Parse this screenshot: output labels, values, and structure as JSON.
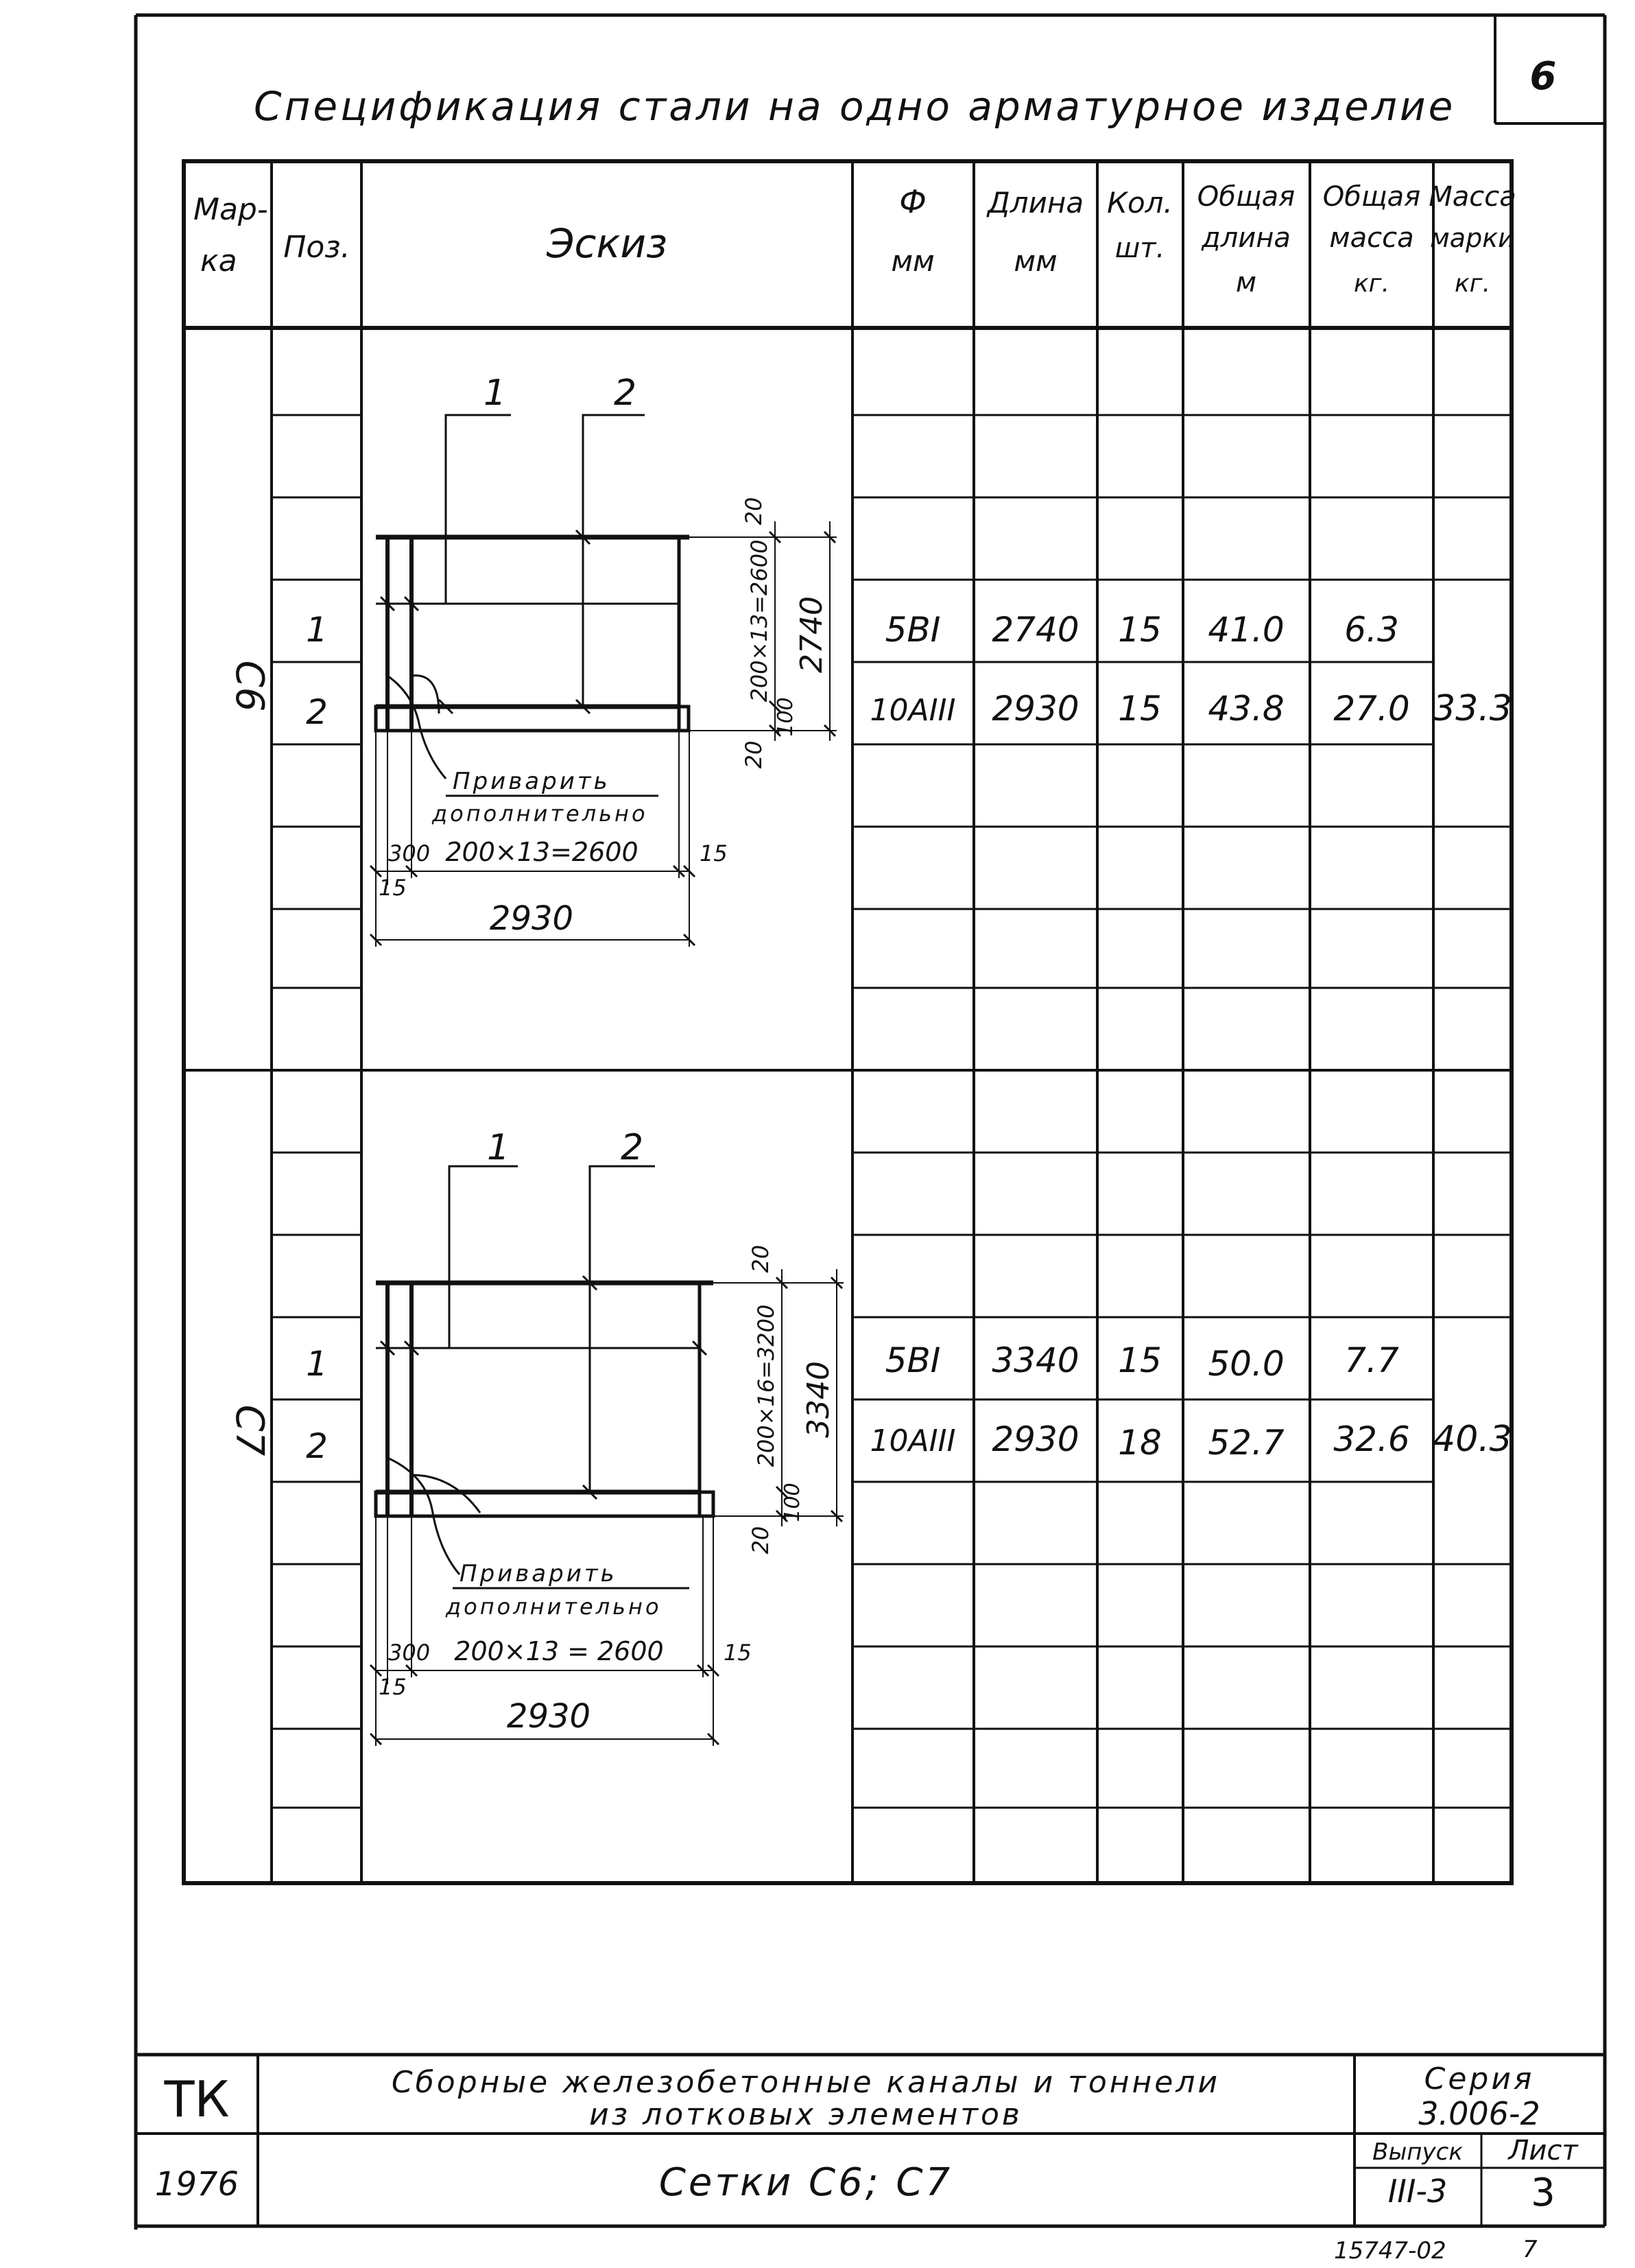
{
  "sheet_number": "6",
  "title": "Спецификация стали на одно арматурное изделие",
  "headers": {
    "marka": [
      "Мар-",
      "ка"
    ],
    "poz": "Поз.",
    "eskiz": "Эскиз",
    "diam": [
      "Ф",
      "мм"
    ],
    "length": [
      "Длина",
      "мм"
    ],
    "qty": [
      "Кол.",
      "шт."
    ],
    "total_length": [
      "Общая",
      "длина",
      "м"
    ],
    "total_mass": [
      "Общая",
      "масса",
      "кг."
    ],
    "mark_mass": [
      "Масса",
      "марки",
      "кг."
    ]
  },
  "c6": {
    "mark": "С6",
    "rows": [
      {
        "pos": "1",
        "diam": "5ВI",
        "length": "2740",
        "qty": "15",
        "total_length": "41.0",
        "mass": "6.3"
      },
      {
        "pos": "2",
        "diam": "10АIII",
        "length": "2930",
        "qty": "15",
        "total_length": "43.8",
        "mass": "27.0"
      }
    ],
    "mark_mass": "33.3",
    "sketch": {
      "leader1": "1",
      "leader2": "2",
      "weld_note": [
        "Приварить",
        "дополнительно"
      ],
      "dim_300": "300",
      "dim_15a": "15",
      "dim_15b": "15",
      "dim_bottom": "200×13=2600",
      "dim_total": "2930",
      "dim_right_20a": "20",
      "dim_right_20b": "20",
      "dim_right_mid": "200×13=2600",
      "dim_right_100": "100",
      "dim_right_total": "2740"
    }
  },
  "c7": {
    "mark": "С7",
    "rows": [
      {
        "pos": "1",
        "diam": "5ВI",
        "length": "3340",
        "qty": "15",
        "total_length": "50.0",
        "mass": "7.7"
      },
      {
        "pos": "2",
        "diam": "10АIII",
        "length": "2930",
        "qty": "18",
        "total_length": "52.7",
        "mass": "32.6"
      }
    ],
    "mark_mass": "40.3",
    "sketch": {
      "leader1": "1",
      "leader2": "2",
      "weld_note": [
        "Приварить",
        "дополнительно"
      ],
      "dim_300": "300",
      "dim_15a": "15",
      "dim_15b": "15",
      "dim_bottom": "200×13 = 2600",
      "dim_total": "2930",
      "dim_right_20a": "20",
      "dim_right_20b": "20",
      "dim_right_mid": "200×16=3200",
      "dim_right_100": "100",
      "dim_right_total": "3340"
    }
  },
  "stamp": {
    "code": "ТК",
    "year": "1976",
    "project_title": [
      "Сборные железобетонные каналы и тоннели",
      "из лотковых элементов"
    ],
    "sheet_title": "Сетки С6; С7",
    "series_label": "Серия",
    "series_value": "3.006-2",
    "issue_label": "Выпуск",
    "issue_value": "III-3",
    "sheet_label": "Лист",
    "sheet_value": "3"
  },
  "footer": {
    "archive_number": "15747-02",
    "page": "7"
  }
}
